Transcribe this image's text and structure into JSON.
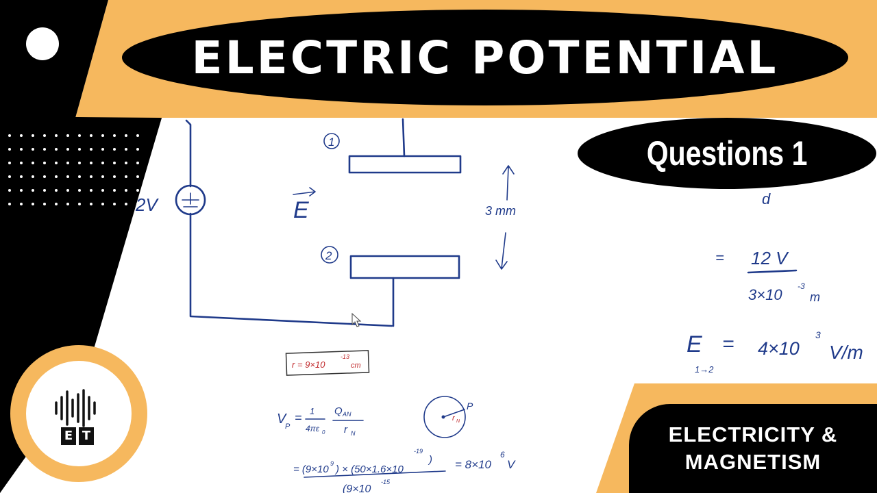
{
  "title": "ELECTRIC POTENTIAL",
  "badge": "Questions 1",
  "topic": {
    "line1": "ELECTRICITY &",
    "line2": "MAGNETISM"
  },
  "logo": {
    "letter1": "E",
    "letter2": "T"
  },
  "board": {
    "voltage_label": "2V",
    "field_label": "E",
    "plate1_label": "1",
    "plate2_label": "2",
    "gap_label": "3 mm",
    "radius_note": "r = 9×10",
    "radius_exp": "-13",
    "radius_unit": "cm",
    "formula_vp": "V",
    "formula_vp_sub": "P",
    "formula_eq": "=",
    "formula_frac_num": "1",
    "formula_frac_den": "4πε",
    "formula_frac_den_sub": "0",
    "formula_q_num": "Q",
    "formula_q_num_sub": "AN",
    "formula_q_den": "r",
    "formula_q_den_sub": "N",
    "calc_numerator": "= (9×10",
    "calc_numerator_exp": "9",
    "calc_numerator_rest": ") × (50×1.6×10",
    "calc_numerator_exp2": "-19",
    "calc_numerator_end": ")",
    "calc_denominator": "(9×10",
    "calc_denominator_exp": "-15",
    "calc_result": "= 8×10",
    "calc_result_exp": "6",
    "calc_result_unit": "V",
    "nucleus_label_p": "P",
    "nucleus_label_r": "r",
    "nucleus_label_r_sub": "N",
    "d_label": "d",
    "step1_eq": "=",
    "step1_num": "12 V",
    "step1_den": "3×10",
    "step1_den_exp": "-3",
    "step1_den_unit": "m",
    "step2_e": "E",
    "step2_e_sub": "1→2",
    "step2_eq": "=",
    "step2_val": "4×10",
    "step2_exp": "3",
    "step2_unit": "V/m"
  },
  "colors": {
    "accent": "#f6b85e",
    "dark": "#000000",
    "ink": "#1f3a8a",
    "red_ink": "#c0282b"
  }
}
